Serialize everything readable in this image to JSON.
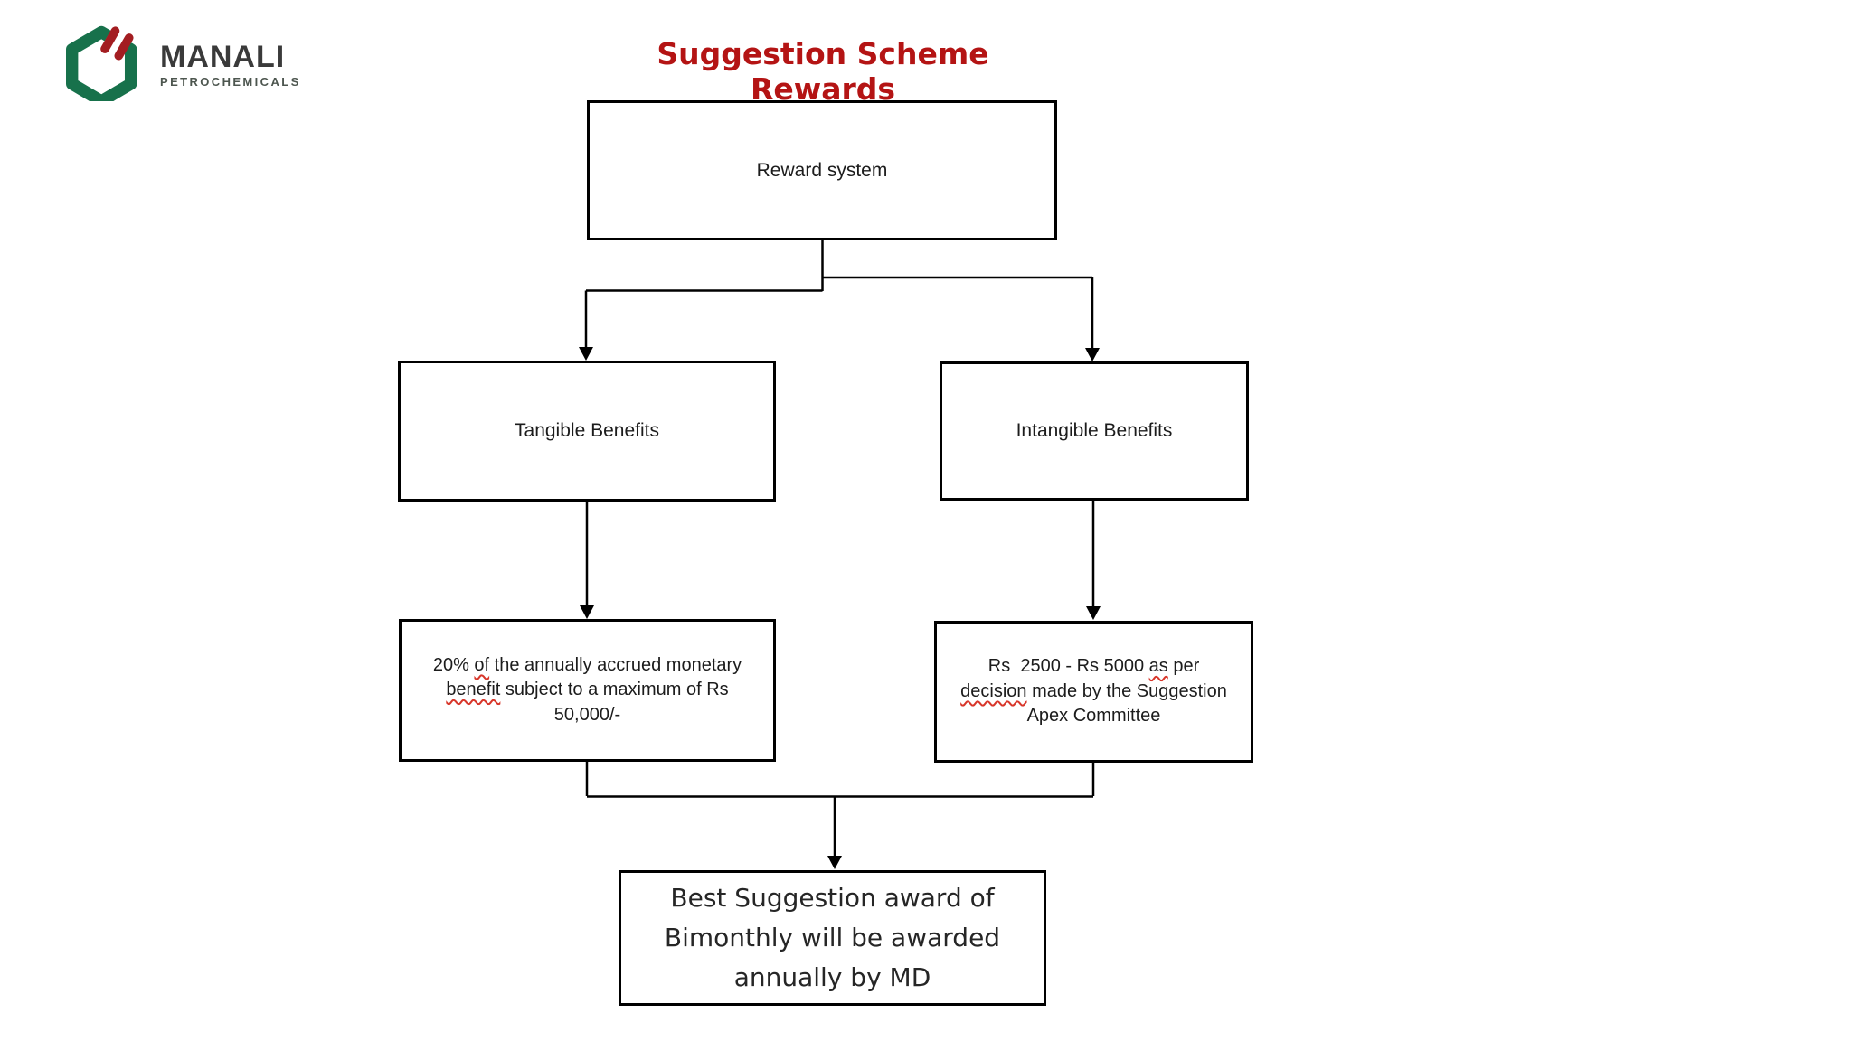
{
  "logo": {
    "brand": "MANALI",
    "subtitle": "PETROCHEMICALS",
    "hexagon_color": "#17714b",
    "stripe_color": "#a31d21",
    "brand_text_color": "#3a3a3a"
  },
  "title": {
    "text": "Suggestion Scheme Rewards",
    "color": "#b41414"
  },
  "flowchart": {
    "nodes": {
      "root": {
        "label": "Reward system"
      },
      "tangible": {
        "label": "Tangible Benefits"
      },
      "intangible": {
        "label": "Intangible Benefits"
      },
      "tangible_detail": {
        "lines": [
          {
            "segments": [
              {
                "text": "20% "
              },
              {
                "text": "of",
                "misspelled": true
              },
              {
                "text": " the annually accrued monetary"
              }
            ]
          },
          {
            "segments": [
              {
                "text": "benefit",
                "misspelled": true
              },
              {
                "text": " subject to a maximum of Rs"
              }
            ]
          },
          {
            "segments": [
              {
                "text": "50,000/-"
              }
            ]
          }
        ]
      },
      "intangible_detail": {
        "lines": [
          {
            "segments": [
              {
                "text": "Rs  2500 - Rs 5000 "
              },
              {
                "text": "as",
                "misspelled": true
              },
              {
                "text": " per"
              }
            ]
          },
          {
            "segments": [
              {
                "text": "decision",
                "misspelled": true
              },
              {
                "text": " made by the Suggestion"
              }
            ]
          },
          {
            "segments": [
              {
                "text": "Apex Committee"
              }
            ]
          }
        ]
      },
      "final": {
        "lines": [
          "Best Suggestion award of",
          "Bimonthly will be awarded",
          "annually by MD"
        ]
      }
    },
    "edges": [
      "root -> tangible",
      "root -> intangible",
      "tangible -> tangible_detail",
      "intangible -> intangible_detail",
      "tangible_detail + intangible_detail -> final"
    ]
  }
}
